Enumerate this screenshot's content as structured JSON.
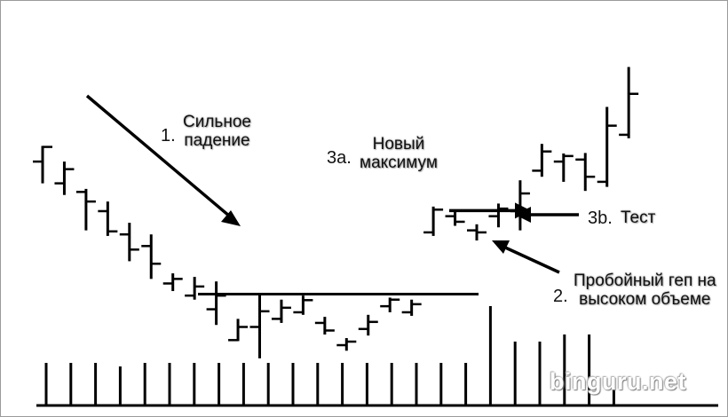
{
  "chart_data": {
    "type": "ohlc",
    "bars": [
      {
        "high": 7.15,
        "low": 6.41,
        "open": 6.84,
        "close": 7.13
      },
      {
        "high": 6.84,
        "low": 6.18,
        "open": 6.41,
        "close": 6.69
      },
      {
        "high": 6.3,
        "low": 5.48,
        "open": 6.24,
        "close": 6.05
      },
      {
        "high": 6.05,
        "low": 5.37,
        "open": 5.86,
        "close": 5.46
      },
      {
        "high": 5.63,
        "low": 4.87,
        "open": 5.4,
        "close": 5.1
      },
      {
        "high": 5.4,
        "low": 4.52,
        "open": 5.17,
        "close": 4.82
      },
      {
        "high": 4.63,
        "low": 4.28,
        "open": 4.43,
        "close": 4.52
      },
      {
        "high": 4.56,
        "low": 4.11,
        "open": 4.19,
        "close": 4.37
      },
      {
        "high": 4.47,
        "low": 3.61,
        "open": 3.92,
        "close": 4.19
      },
      {
        "high": 3.73,
        "low": 3.29,
        "open": 3.31,
        "close": 3.57
      },
      {
        "high": 4.23,
        "low": 2.95,
        "open": 3.57,
        "close": 3.88
      },
      {
        "high": 4.11,
        "low": 3.65,
        "open": 3.73,
        "close": 3.95
      },
      {
        "high": 4.19,
        "low": 3.81,
        "open": 3.86,
        "close": 4.1
      },
      {
        "high": 3.77,
        "low": 3.42,
        "open": 3.65,
        "close": 3.5
      },
      {
        "high": 3.35,
        "low": 3.1,
        "open": 3.21,
        "close": 3.28
      },
      {
        "high": 3.81,
        "low": 3.4,
        "open": 3.53,
        "close": 3.67
      },
      {
        "high": 4.15,
        "low": 3.86,
        "open": 3.98,
        "close": 4.11
      },
      {
        "high": 4.11,
        "low": 3.79,
        "open": 3.86,
        "close": 4.02
      },
      {
        "high": 5.95,
        "low": 5.37,
        "open": 5.44,
        "close": 5.89
      },
      {
        "high": 5.86,
        "low": 5.57,
        "open": 5.76,
        "close": 5.65
      },
      {
        "high": 5.6,
        "low": 5.28,
        "open": 5.48,
        "close": 5.44
      },
      {
        "high": 6.01,
        "low": 5.54,
        "open": 5.76,
        "close": 5.91
      },
      {
        "high": 6.47,
        "low": 5.48,
        "open": 5.86,
        "close": 6.21
      },
      {
        "high": 7.19,
        "low": 6.54,
        "open": 6.66,
        "close": 7.04
      },
      {
        "high": 7.0,
        "low": 6.44,
        "open": 6.84,
        "close": 6.95
      },
      {
        "high": 7.01,
        "low": 6.26,
        "open": 6.88,
        "close": 6.54
      },
      {
        "high": 7.92,
        "low": 6.34,
        "open": 6.44,
        "close": 7.55
      },
      {
        "high": 8.71,
        "low": 7.3,
        "open": 7.37,
        "close": 8.18
      }
    ],
    "volume": [
      6,
      6,
      6,
      5.5,
      6,
      6,
      6,
      6,
      6,
      6,
      6,
      6,
      6,
      6,
      6,
      6,
      6,
      6,
      14,
      9,
      9,
      10,
      10,
      4
    ],
    "resistance_level": 4.22,
    "breakout_marker_level": 5.87,
    "axes": "none",
    "grid": false
  },
  "annotations": {
    "strong_drop": {
      "number": "1.",
      "line1": "Сильное",
      "line2": "падение"
    },
    "new_high": {
      "number": "3a.",
      "line1": "Новый",
      "line2": "максимум"
    },
    "test": {
      "number": "3b.",
      "text": "Тест"
    },
    "gap": {
      "number": "2.",
      "line1": "Пробойный геп на",
      "line2": "высоком объеме"
    }
  },
  "watermark": "binguru.net",
  "colors": {
    "ink": "#000000",
    "background": "#ffffff"
  }
}
